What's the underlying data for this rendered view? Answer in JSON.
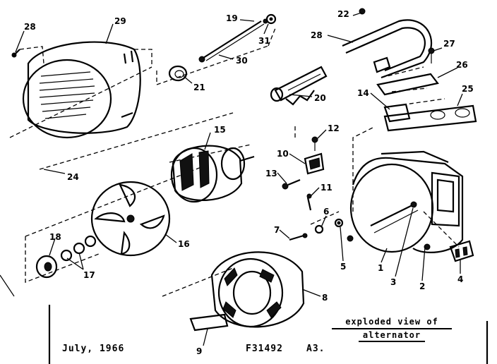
{
  "diagram": {
    "title_line1": "exploded view of",
    "title_line2": "alternator",
    "date": "July, 1966",
    "drawing_number": "F31492",
    "sheet": "A3.",
    "callouts": {
      "c28a": "28",
      "c29": "29",
      "c19": "19",
      "c31": "31",
      "c30": "30",
      "c21": "21",
      "c20": "20",
      "c22": "22",
      "c28b": "28",
      "c27": "27",
      "c26": "26",
      "c14": "14",
      "c25": "25",
      "c24": "24",
      "c15": "15",
      "c12": "12",
      "c10": "10",
      "c13": "13",
      "c11": "11",
      "c16": "16",
      "c18": "18",
      "c17": "17",
      "c7": "7",
      "c6": "6",
      "c5": "5",
      "c1": "1",
      "c3": "3",
      "c2": "2",
      "c4": "4",
      "c8": "8",
      "c9": "9"
    }
  }
}
